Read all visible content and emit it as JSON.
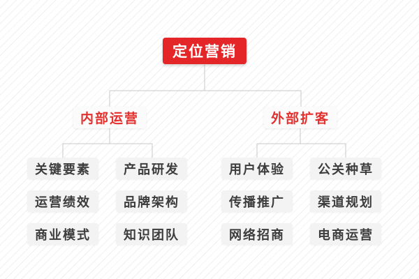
{
  "colors": {
    "accent_red": "#e52629",
    "branch_text_red": "#e2312e",
    "leaf_text": "#3c3c3c",
    "leaf_bg": "#f3f3f3",
    "connector_gray": "#c9c9c9",
    "stripe_gray": "#f0f0f0"
  },
  "tree": {
    "root": {
      "label": "定位营销"
    },
    "branches": [
      {
        "label": "内部运营",
        "children": [
          {
            "label": "关键要素"
          },
          {
            "label": "产品研发"
          },
          {
            "label": "运营绩效"
          },
          {
            "label": "品牌架构"
          },
          {
            "label": "商业模式"
          },
          {
            "label": "知识团队"
          }
        ]
      },
      {
        "label": "外部扩客",
        "children": [
          {
            "label": "用户体验"
          },
          {
            "label": "公关种草"
          },
          {
            "label": "传播推广"
          },
          {
            "label": "渠道规划"
          },
          {
            "label": "网络招商"
          },
          {
            "label": "电商运营"
          }
        ]
      }
    ]
  }
}
